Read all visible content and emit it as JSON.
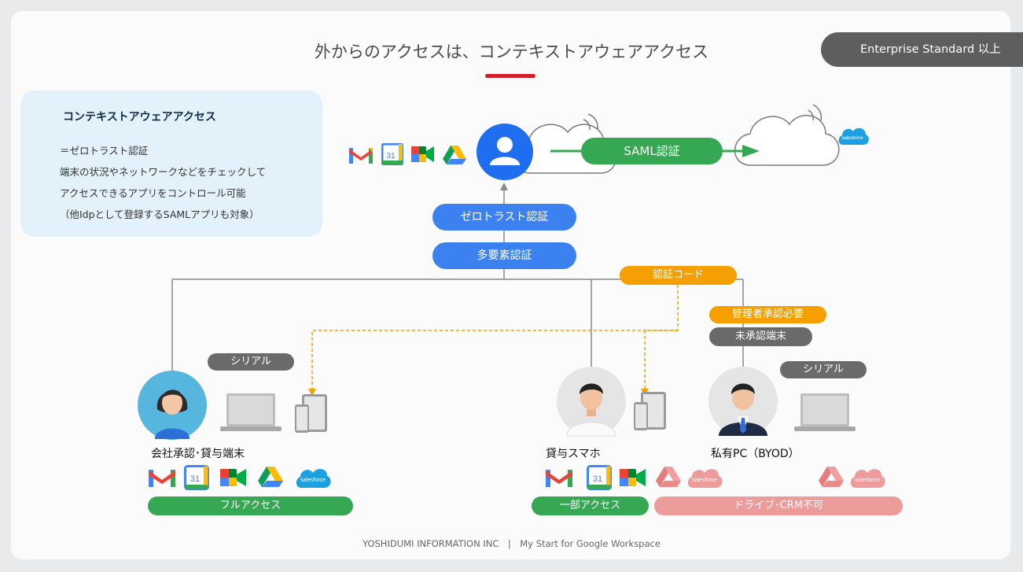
{
  "title": "外からのアクセスは、コンテキストアウェアアクセス",
  "plan_tag": "Enterprise Standard 以上",
  "info": {
    "heading": "コンテキストアウェアアクセス",
    "lines": [
      "＝ゼロトラスト認証",
      "端末の状況やネットワークなどをチェックして",
      "アクセスできるアプリをコントロール可能",
      "（他Idpとして登録するSAMLアプリも対象）"
    ]
  },
  "saml_label": "SAML認証",
  "zero_trust_label": "ゼロトラスト認証",
  "mfa_label": "多要素認証",
  "auth_code_label": "認証コード",
  "admin_approval_label": "管理者承認必要",
  "unapproved_label": "未承認端末",
  "serial_label_1": "シリアル",
  "serial_label_2": "シリアル",
  "device_1_label": "会社承認･貸与端末",
  "device_2_label": "貸与スマホ",
  "device_3_label": "私有PC（BYOD）",
  "full_access_label": "フルアクセス",
  "partial_access_label": "一部アクセス",
  "denied_label": "ドライブ･CRM不可",
  "salesforce_text": "salesforce",
  "calendar_number": "31",
  "footer": "YOSHIDUMI INFORMATION INC　|　My Start for Google Workspace",
  "colors": {
    "accent_red": "#d0202e",
    "blue": "#3b82f0",
    "green": "#36a853",
    "orange": "#f5a000",
    "grey": "#6a6a6a",
    "pink": "#ee9b9b"
  }
}
